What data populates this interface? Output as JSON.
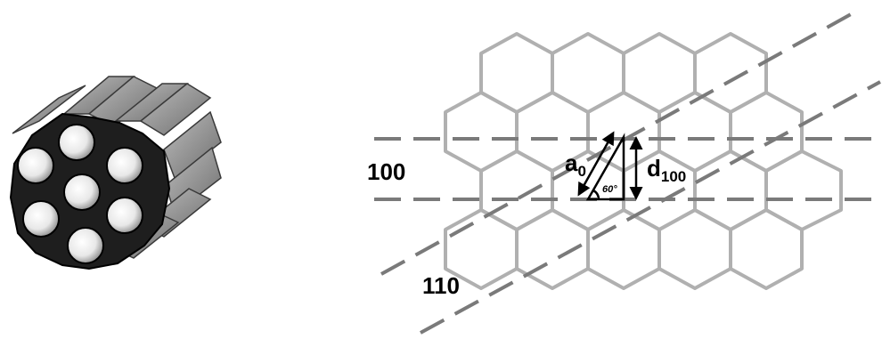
{
  "labels": {
    "plane_100": "100",
    "plane_110": "110",
    "lattice_param": "a",
    "lattice_param_sub": "0",
    "spacing": "d",
    "spacing_sub": "100",
    "angle": "60°"
  },
  "colors": {
    "hex_line": "#b0b0b0",
    "dash_line": "#7a7a7a",
    "ink": "#000000",
    "rod_dark": "#2a2a2a",
    "rod_face": "#8c8c8c"
  }
}
